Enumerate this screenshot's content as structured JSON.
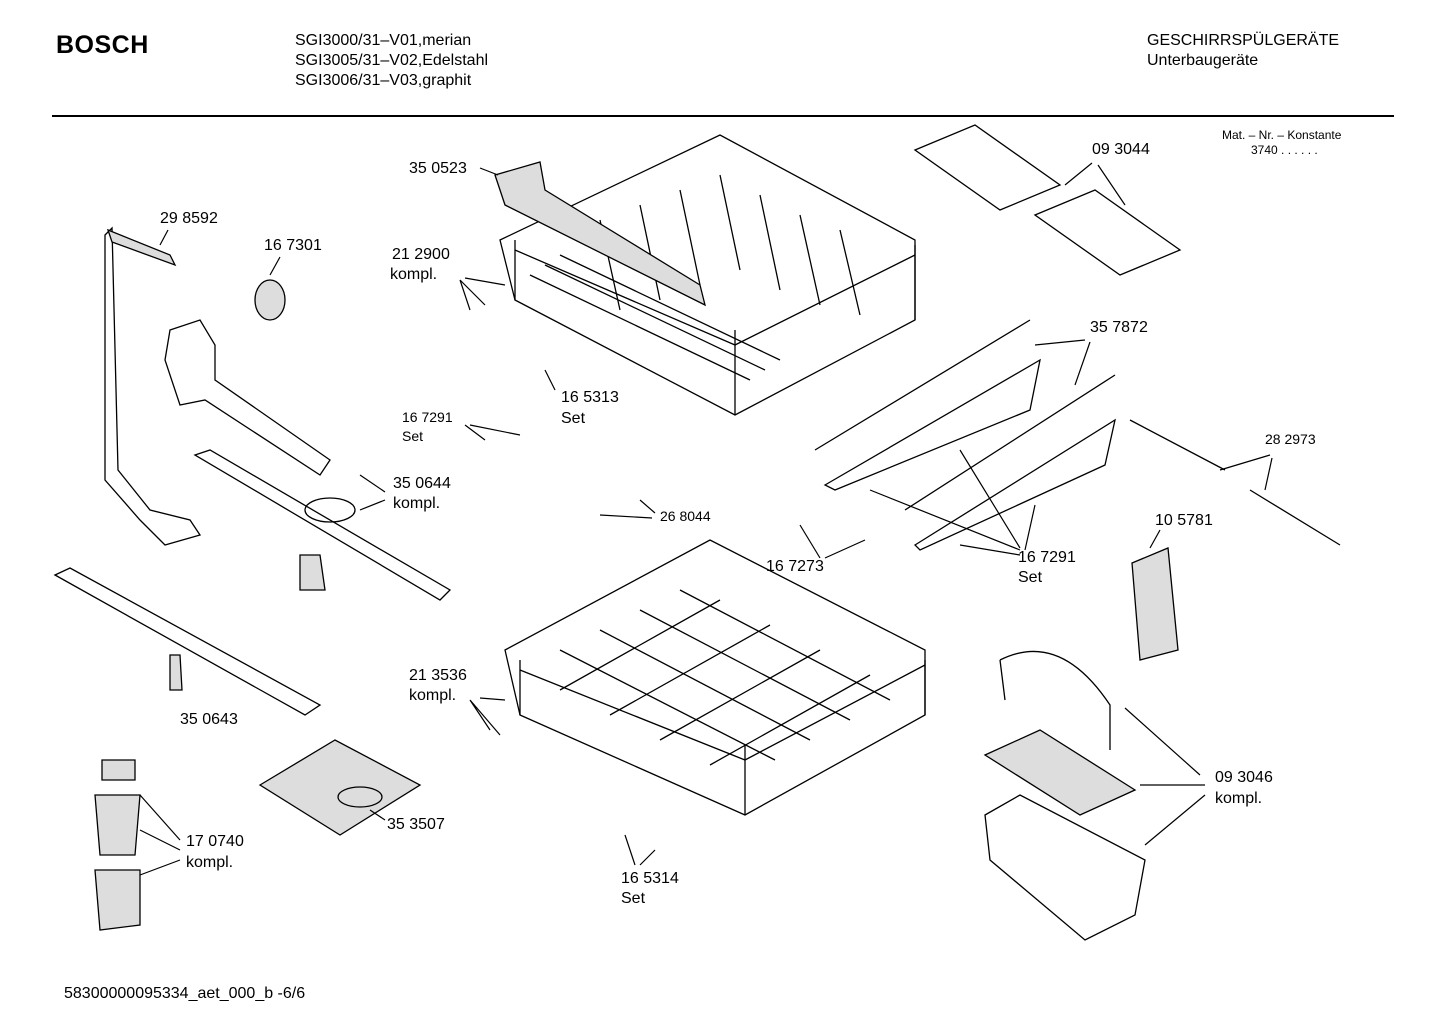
{
  "header": {
    "brand": "BOSCH",
    "models": [
      "SGI3000/31–V01,merian",
      "SGI3005/31–V02,Edelstahl",
      "SGI3006/31–V03,graphit"
    ],
    "category": "GESCHIRRSPÜLGERÄTE",
    "subcategory": "Unterbaugeräte",
    "mat_label": "Mat. – Nr. – Konstante",
    "mat_value": "3740 .  .  .  .  .  ."
  },
  "parts": {
    "p350523": "35 0523",
    "p212900": "21 2900",
    "p212900_sub": "kompl.",
    "p298592": "29 8592",
    "p167301": "16 7301",
    "p165313": "16 5313",
    "p165313_sub": "Set",
    "p167291a": "16 7291",
    "p167291a_sub": "Set",
    "p268044": "26 8044",
    "p350644": "35 0644",
    "p350644_sub": "kompl.",
    "p350643": "35 0643",
    "p213536": "21 3536",
    "p213536_sub": "kompl.",
    "p353507": "35 3507",
    "p170740": "17 0740",
    "p170740_sub": "kompl.",
    "p165314": "16 5314",
    "p165314_sub": "Set",
    "p093044": "09 3044",
    "p357872": "35 7872",
    "p282973": "28 2973",
    "p105781": "10 5781",
    "p167273": "16 7273",
    "p167291b": "16 7291",
    "p167291b_sub": "Set",
    "p093046": "09 3046",
    "p093046_sub": "kompl."
  },
  "footer": {
    "doc_id": "58300000095334_aet_000_b  -6/6"
  }
}
